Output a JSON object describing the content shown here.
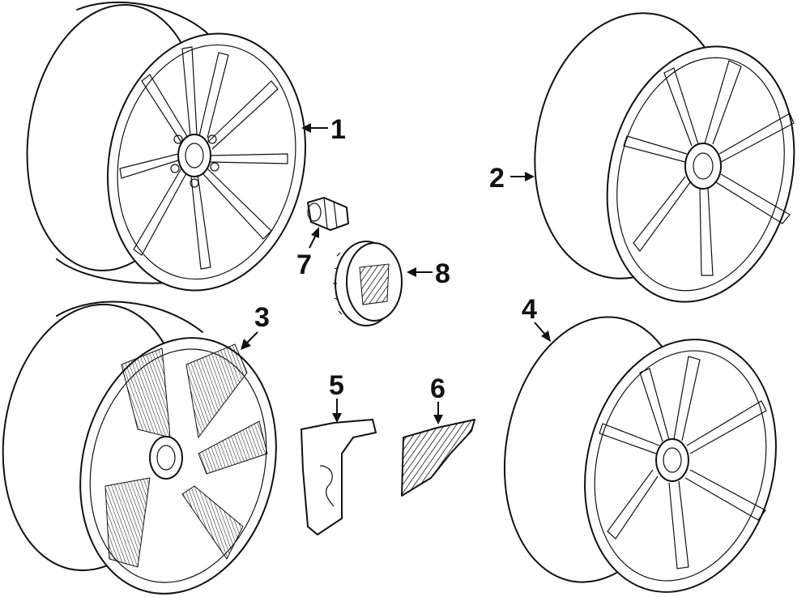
{
  "diagram": {
    "background": "#ffffff",
    "line_color": "#111111",
    "callouts": [
      {
        "id": "1",
        "label": "1",
        "part": "wheel"
      },
      {
        "id": "2",
        "label": "2",
        "part": "wheel"
      },
      {
        "id": "3",
        "label": "3",
        "part": "wheel"
      },
      {
        "id": "4",
        "label": "4",
        "part": "wheel"
      },
      {
        "id": "5",
        "label": "5",
        "part": "wheel-weight-insert"
      },
      {
        "id": "6",
        "label": "6",
        "part": "wheel-weight-insert"
      },
      {
        "id": "7",
        "label": "7",
        "part": "lug-nut"
      },
      {
        "id": "8",
        "label": "8",
        "part": "center-cap"
      }
    ]
  }
}
